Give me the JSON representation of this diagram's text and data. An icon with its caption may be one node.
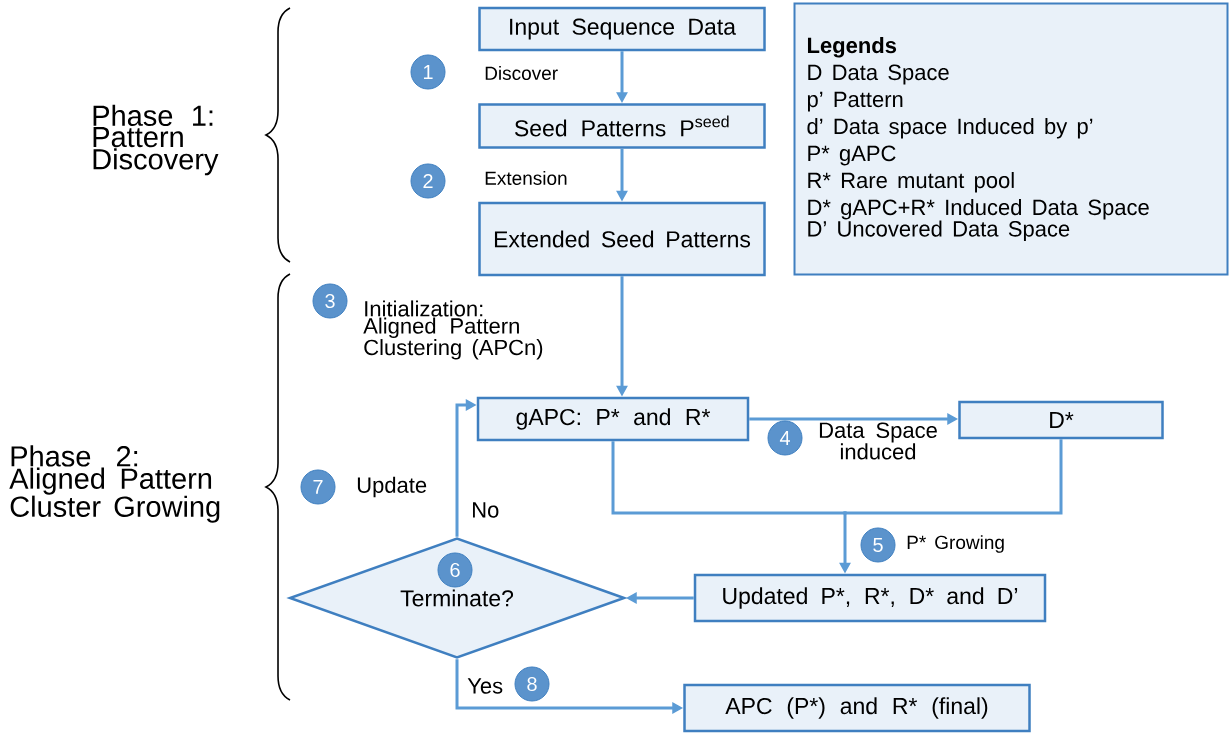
{
  "diagram": {
    "nodes": [
      {
        "text": [
          "Input Sequence Data"
        ]
      },
      {
        "text": [
          "Seed Patterns P$^{seed}$"
        ]
      },
      {
        "text": [
          "Extended Seed Patterns"
        ]
      },
      {
        "text": [
          "gAPC: P* and R*"
        ]
      },
      {
        "text": [
          "D*"
        ]
      },
      {
        "text": [
          "Updated P*, R*, D* and D’"
        ]
      },
      {
        "text": [
          "Terminate?"
        ]
      },
      {
        "text": [
          "APC (P*) and R* (final)"
        ]
      },
      {
        "text": [
          "Legends",
          "D Data Space",
          "p’ Pattern",
          "d’ Data space Induced by p’",
          "P* gAPC",
          "R* Rare mutant pool",
          "D* gAPC+R* Induced Data Space",
          "D’ Uncovered Data Space"
        ]
      }
    ],
    "edges": [
      {
        "from": 0,
        "to": 1,
        "arrow": "to",
        "label": "Discover"
      },
      {
        "from": 1,
        "to": 2,
        "arrow": "to",
        "label": "Extension"
      },
      {
        "from": 2,
        "to": 3,
        "arrow": "to",
        "label": "Initialization: Aligned Pattern Clustering (APCn)"
      },
      {
        "from": 3,
        "to": 4,
        "arrow": "to",
        "label": "Data Space induced"
      },
      {
        "from": 3,
        "to": 5,
        "arrow": "to",
        "label": "P* Growing"
      },
      {
        "from": 4,
        "to": 5,
        "arrow": "to"
      },
      {
        "from": 5,
        "to": 6,
        "arrow": "to"
      },
      {
        "from": 6,
        "to": 3,
        "arrow": "to",
        "label": "No"
      },
      {
        "from": 6,
        "to": 7,
        "arrow": "to",
        "label": "Yes"
      }
    ],
    "labels": [
      "Phase 1: Pattern Discovery",
      "1",
      "2",
      "Phase 2: Aligned Pattern Cluster Growing",
      "3",
      "4",
      "7",
      "Update",
      "5",
      "6",
      "8"
    ]
  }
}
